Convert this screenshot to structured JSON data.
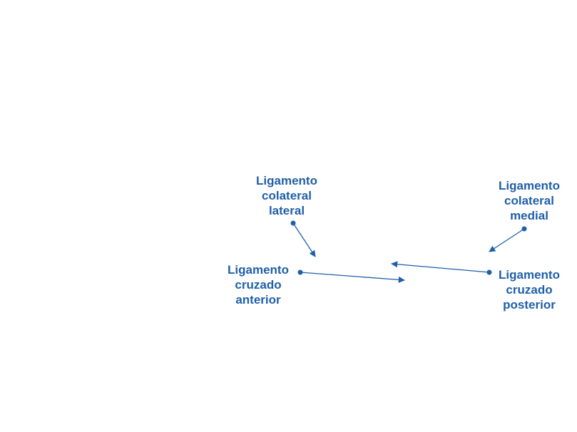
{
  "colors": {
    "label": "#1f5fa8",
    "leader": "#1f5fa8"
  },
  "labels": {
    "lateral_collateral": [
      "Ligamento",
      "colateral",
      "lateral"
    ],
    "medial_collateral": [
      "Ligamento",
      "colateral",
      "medial"
    ],
    "anterior_cruciate": [
      "Ligamento",
      "cruzado",
      "anterior"
    ],
    "posterior_cruciate": [
      "Ligamento",
      "cruzado",
      "posterior"
    ]
  }
}
